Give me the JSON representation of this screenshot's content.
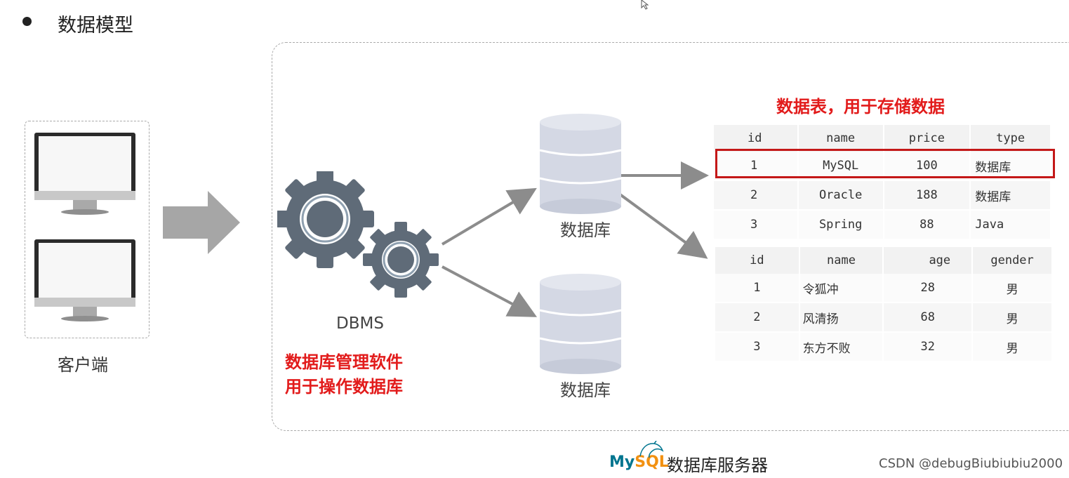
{
  "page": {
    "title": "数据模型"
  },
  "client": {
    "label": "客户端"
  },
  "dbms": {
    "label": "DBMS",
    "note_line1": "数据库管理软件",
    "note_line2": "用于操作数据库"
  },
  "databases": [
    {
      "label": "数据库"
    },
    {
      "label": "数据库"
    }
  ],
  "tables_note": "数据表，用于存储数据",
  "table1": {
    "headers": [
      "id",
      "name",
      "price",
      "type"
    ],
    "rows": [
      [
        "1",
        "MySQL",
        "100",
        "数据库"
      ],
      [
        "2",
        "Oracle",
        "188",
        "数据库"
      ],
      [
        "3",
        "Spring",
        "88",
        "Java"
      ]
    ]
  },
  "table2": {
    "headers": [
      "id",
      "name",
      "age",
      "gender"
    ],
    "rows": [
      [
        "1",
        "令狐冲",
        "28",
        "男"
      ],
      [
        "2",
        "风清扬",
        "68",
        "男"
      ],
      [
        "3",
        "东方不败",
        "32",
        "男"
      ]
    ]
  },
  "footer": {
    "logo_my": "My",
    "logo_sql": "SQL",
    "label": "数据库服务器",
    "watermark": "CSDN @debugBiubiubiu2000"
  },
  "colors": {
    "accent_red": "#e21b1b",
    "gear": "#5f6b78",
    "cylinder": "#d4d8e4",
    "arrow": "#8c8c8c",
    "mysql_blue": "#00758f",
    "mysql_orange": "#f29111"
  }
}
